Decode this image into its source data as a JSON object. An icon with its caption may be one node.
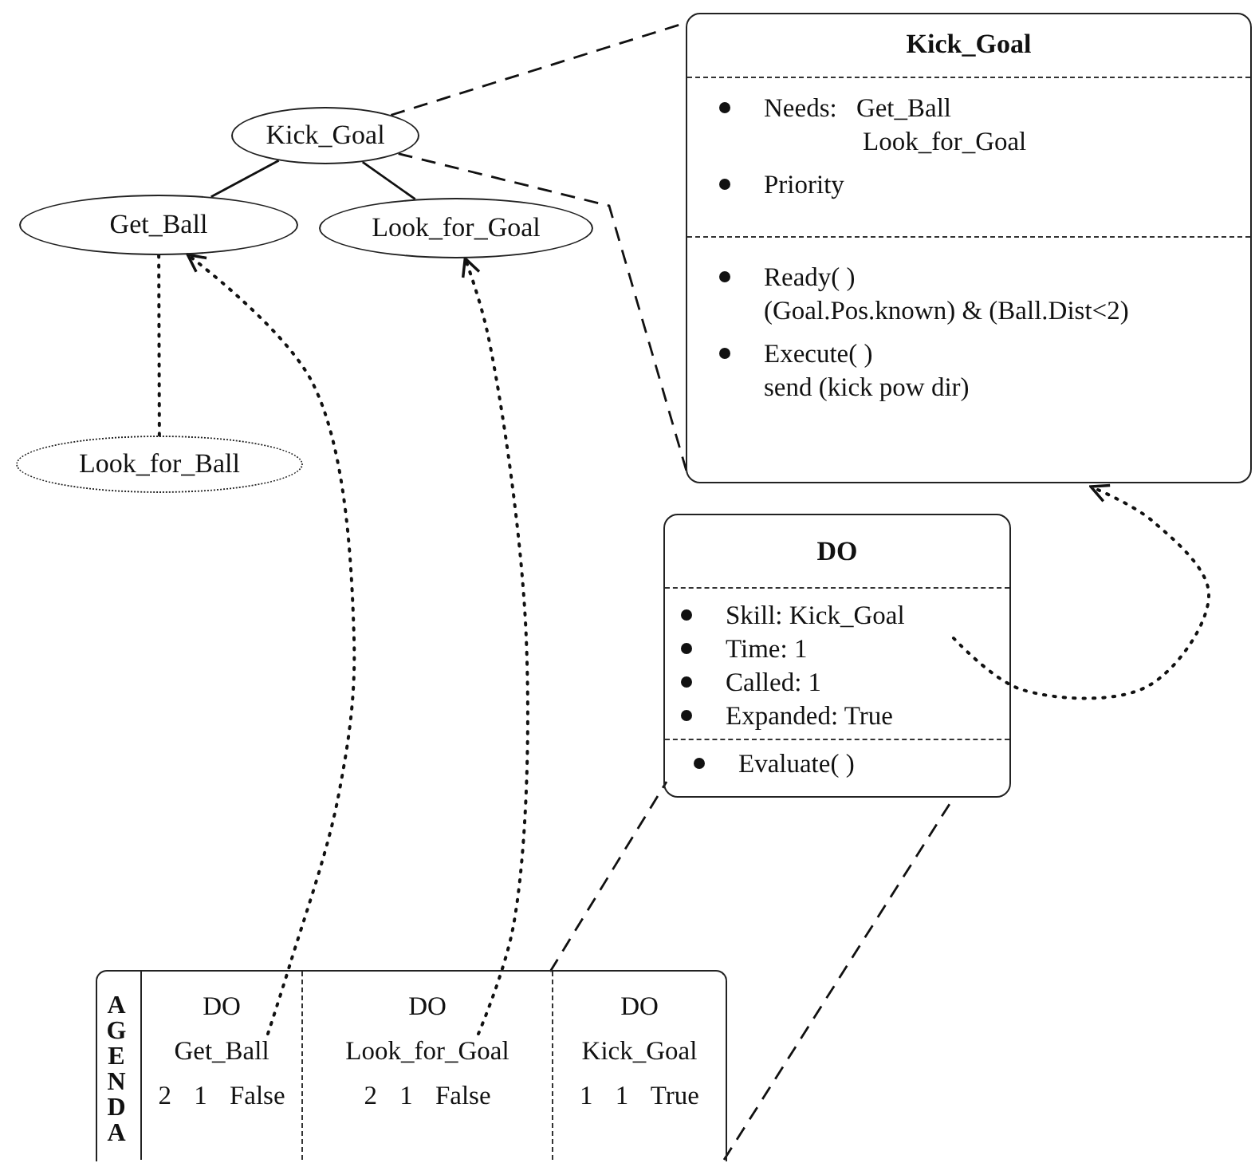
{
  "diagram": {
    "nodes": [
      {
        "text": [
          "Kick_Goal"
        ]
      },
      {
        "text": [
          "Get_Ball"
        ]
      },
      {
        "text": [
          "Look_for_Goal"
        ]
      },
      {
        "text": [
          "Look_for_Ball"
        ]
      },
      {
        "text": [
          "Kick_Goal",
          "Needs: Get_Ball Look_for_Goal",
          "Priority",
          "Ready( )",
          "(Goal.Pos.known) & (Ball.Dist<2)",
          "Execute( )",
          "send (kick pow dir)"
        ]
      },
      {
        "text": [
          "DO",
          "Skill: Kick_Goal",
          "Time: 1",
          "Called: 1",
          "Expanded: True",
          "Evaluate( )"
        ]
      },
      {
        "text": [
          "AGENDA"
        ]
      },
      {
        "text": [
          "DO",
          "Get_Ball",
          "2 1 False"
        ],
        "in": 6
      },
      {
        "text": [
          "DO",
          "Look_for_Goal",
          "2 1 False"
        ],
        "in": 6
      },
      {
        "text": [
          "DO",
          "Kick_Goal",
          "1 1 True"
        ],
        "in": 6
      }
    ],
    "edges": [
      {
        "from": 0,
        "to": 1,
        "arrow": "none"
      },
      {
        "from": 0,
        "to": 2,
        "arrow": "none"
      },
      {
        "from": 1,
        "to": 3,
        "arrow": "none",
        "style": "dashed"
      },
      {
        "from": 0,
        "to": 4,
        "arrow": "none",
        "style": "dashed"
      },
      {
        "from": 0,
        "to": 4,
        "arrow": "none",
        "style": "dashed"
      },
      {
        "from": 7,
        "to": 1,
        "arrow": "to",
        "style": "dashed"
      },
      {
        "from": 8,
        "to": 2,
        "arrow": "to",
        "style": "dashed"
      },
      {
        "from": 5,
        "to": 4,
        "arrow": "to",
        "style": "dashed"
      },
      {
        "from": 9,
        "to": 5,
        "arrow": "none",
        "style": "dashed"
      },
      {
        "from": 9,
        "to": 5,
        "arrow": "none",
        "style": "dashed"
      }
    ]
  }
}
